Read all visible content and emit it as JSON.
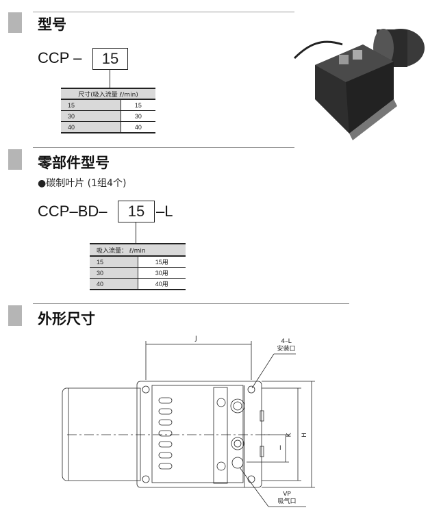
{
  "sections": {
    "model": {
      "title": "型号",
      "code_prefix": "CCP",
      "code_value": "15",
      "table": {
        "header": "尺寸(吸入流量 ℓ/min)",
        "rows": [
          [
            "15",
            "15"
          ],
          [
            "30",
            "30"
          ],
          [
            "40",
            "40"
          ]
        ]
      }
    },
    "parts": {
      "title": "零部件型号",
      "subtitle": "●碳制叶片 (1组4个)",
      "code_prefix": "CCP",
      "code_mid": "BD",
      "code_value": "15",
      "code_suffix": "L",
      "table": {
        "header": "吸入流量： ℓ/min",
        "rows": [
          [
            "15",
            "15用"
          ],
          [
            "30",
            "30用"
          ],
          [
            "40",
            "40用"
          ]
        ]
      }
    },
    "dimensions": {
      "title": "外形尺寸",
      "labels": {
        "J": "J",
        "mount_qty": "4–L",
        "mount_name": "安装口",
        "K": "K",
        "H": "H",
        "I": "I",
        "vp": "VP",
        "vp_name": "吸气口"
      }
    }
  }
}
